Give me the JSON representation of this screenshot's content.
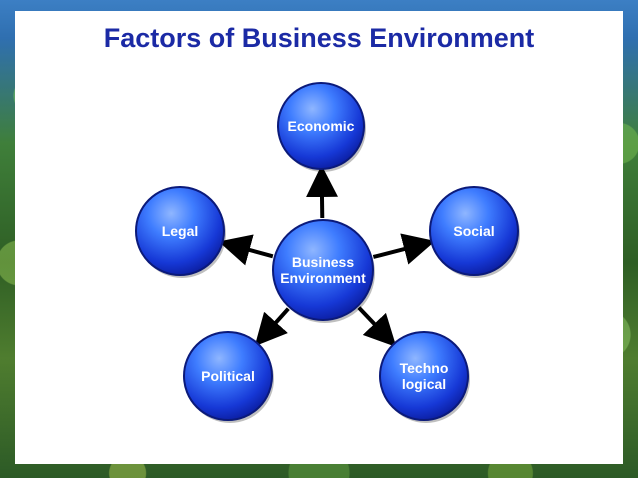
{
  "title": "Factors of Business Environment",
  "center": {
    "lines": [
      "Business",
      "Environment"
    ]
  },
  "factors": [
    {
      "key": "economic",
      "lines": [
        "Economic"
      ]
    },
    {
      "key": "social",
      "lines": [
        "Social"
      ]
    },
    {
      "key": "technological",
      "lines": [
        "Techno",
        "logical"
      ]
    },
    {
      "key": "political",
      "lines": [
        "Political"
      ]
    },
    {
      "key": "legal",
      "lines": [
        "Legal"
      ]
    }
  ],
  "colors": {
    "title": "#1b2aa5",
    "sphere_light": "#4f8cff",
    "sphere_dark": "#0a1fb0",
    "sphere_outline": "#0b1a7a",
    "arrow": "#000000"
  }
}
